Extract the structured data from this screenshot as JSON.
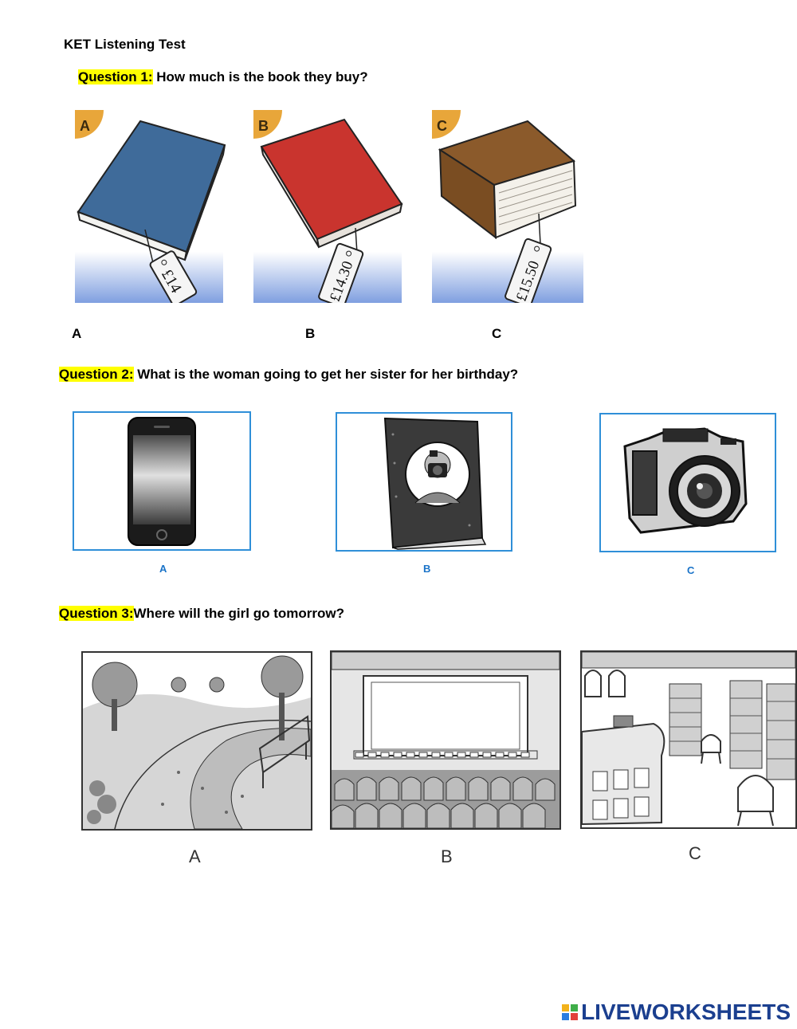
{
  "document": {
    "title": "KET Listening Test"
  },
  "questions": [
    {
      "prefix": "Question 1:",
      "text": " How much is the book they buy?",
      "options": [
        "A",
        "B",
        "C"
      ],
      "badges": [
        "A",
        "B",
        "C"
      ],
      "price_tags": [
        "£14",
        "£14.30",
        "£15.50"
      ],
      "book_colors": [
        "#3f6b9a",
        "#c9342e",
        "#8b5a2b"
      ]
    },
    {
      "prefix": "Question 2:",
      "text": " What is the woman going to get her sister for her birthday?",
      "options": [
        "A",
        "B",
        "C"
      ]
    },
    {
      "prefix": "Question 3:",
      "text": "Where will the girl go tomorrow?",
      "options": [
        "A",
        "B",
        "C"
      ]
    }
  ],
  "footer": {
    "brand": "LIVEWORKSHEETS"
  },
  "colors": {
    "highlight": "#ffff00",
    "frame_blue": "#2f8fd8",
    "brand": "#1b3f8f"
  }
}
